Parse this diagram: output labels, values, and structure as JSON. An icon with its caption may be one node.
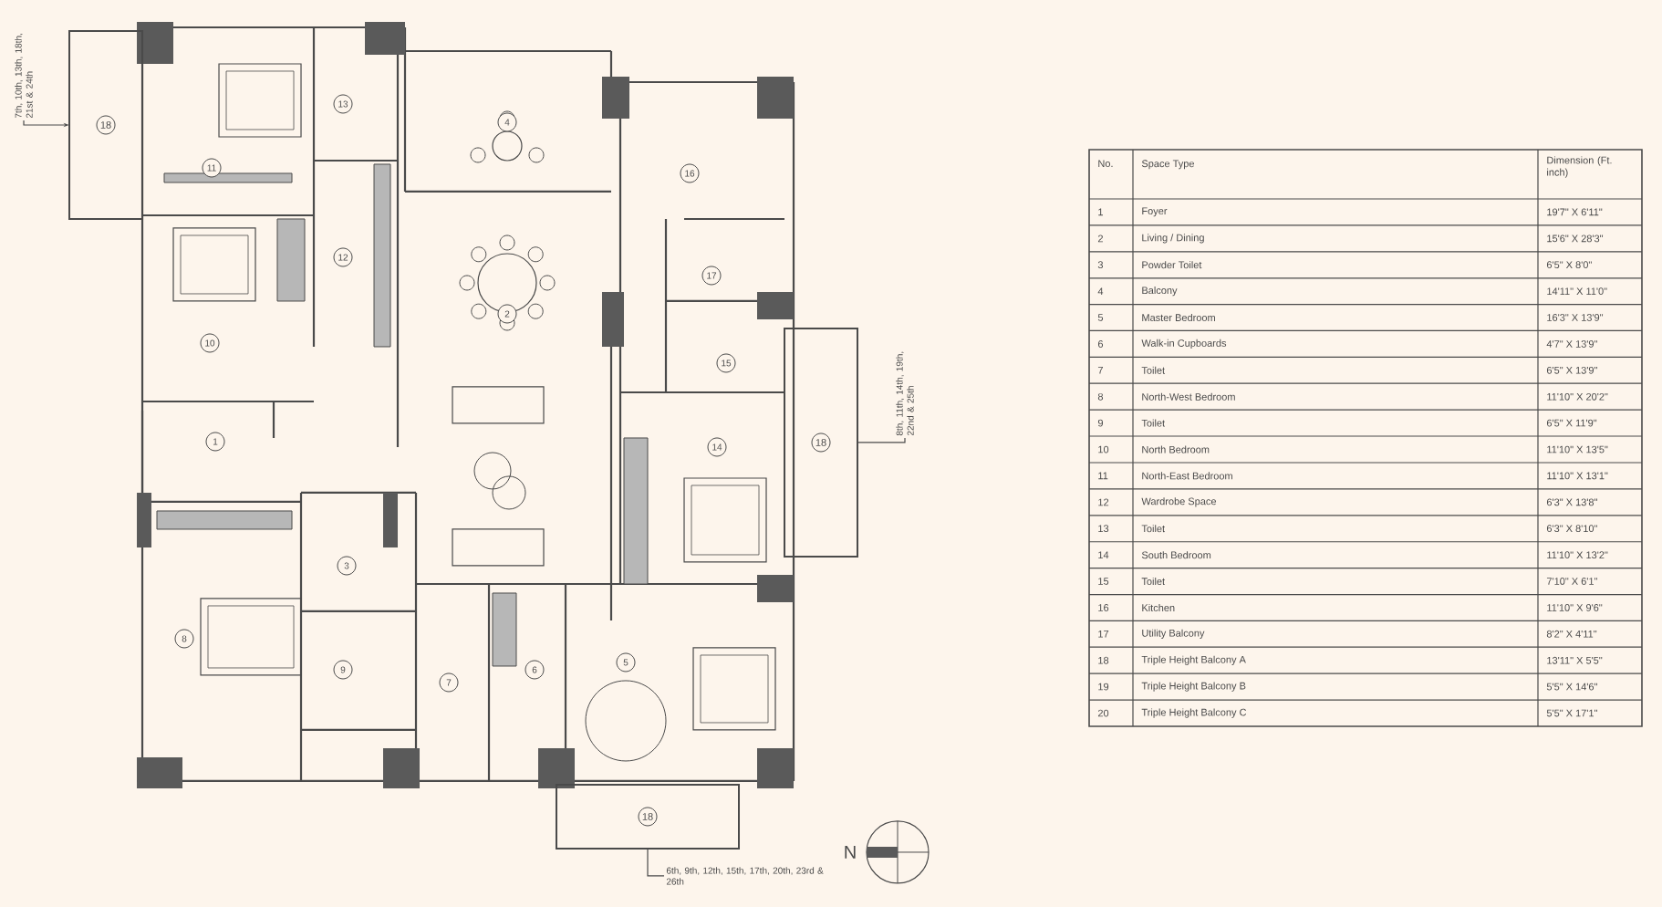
{
  "diagram": {
    "nodes": [
      {
        "text": [
          "18"
        ]
      },
      {
        "text": [
          "18"
        ]
      },
      {
        "text": [
          "18"
        ]
      },
      {
        "text": [
          "7th, 10th, 13th, 18th, 21st & 24th"
        ]
      },
      {
        "text": [
          "8th, 11th, 14th, 19th, 22nd & 25th"
        ]
      },
      {
        "text": [
          "6th, 9th, 12th, 15th, 17th, 20th, 23rd & 26th"
        ]
      }
    ],
    "edges": [
      {
        "from": 3,
        "to": 0,
        "arrow": "to"
      },
      {
        "from": 4,
        "to": 1,
        "arrow": "none"
      },
      {
        "from": 5,
        "to": 2,
        "arrow": "none"
      }
    ],
    "labels": [
      "1",
      "2",
      "3",
      "4",
      "5",
      "6",
      "7",
      "8",
      "9",
      "10",
      "11",
      "12",
      "13",
      "14",
      "15",
      "16",
      "17",
      "N",
      "No.",
      "Space Type",
      "Dimension (Ft. inch)",
      "1",
      "Foyer",
      "19'7\" X 6'11\"",
      "2",
      "Living / Dining",
      "15'6\" X 28'3\"",
      "3",
      "Powder Toilet",
      "6'5\" X 8'0\"",
      "4",
      "Balcony",
      "14'11\" X 11'0\"",
      "5",
      "Master Bedroom",
      "16'3\" X 13'9\"",
      "6",
      "Walk-in Cupboards",
      "4'7\" X 13'9\"",
      "7",
      "Toilet",
      "6'5\" X 13'9\"",
      "8",
      "North-West Bedroom",
      "11'10\" X 20'2\"",
      "9",
      "Toilet",
      "6'5\" X 11'9\"",
      "10",
      "North Bedroom",
      "11'10\" X 13'5\"",
      "11",
      "North-East Bedroom",
      "11'10\" X 13'1\"",
      "12",
      "Wardrobe Space",
      "6'3\" X 13'8\"",
      "13",
      "Toilet",
      "6'3\" X 8'10\"",
      "14",
      "South Bedroom",
      "11'10\" X 13'2\"",
      "15",
      "Toilet",
      "7'10\" X 6'1\"",
      "16",
      "Kitchen",
      "11'10\" X 9'6\"",
      "17",
      "Utility Balcony",
      "8'2\" X 4'11\"",
      "18",
      "Triple Height Balcony A",
      "13'11\" X 5'5\"",
      "19",
      "Triple Height Balcony B",
      "5'5\" X 14'6\"",
      "20",
      "Triple Height Balcony C",
      "5'5\" X 17'1\""
    ]
  }
}
